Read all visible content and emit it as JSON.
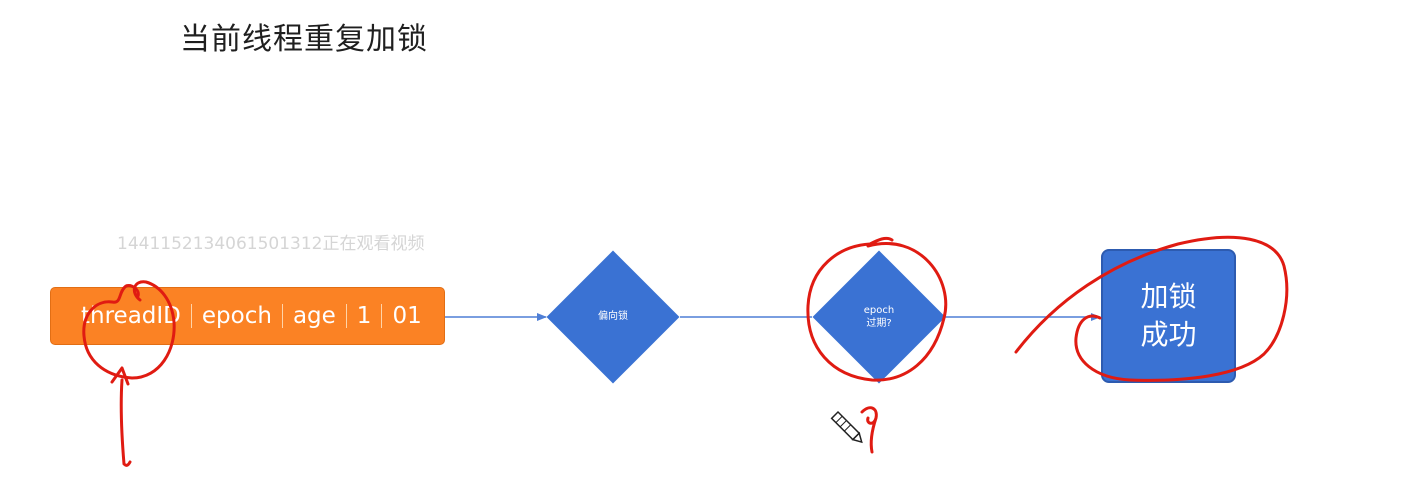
{
  "title": "当前线程重复加锁",
  "watermark": "1441152134061501312正在观看视频",
  "mark_word": {
    "segments": [
      "threadID",
      "epoch",
      "age",
      "1",
      "01"
    ]
  },
  "nodes": {
    "biased_lock": "偏向锁",
    "epoch_expired": {
      "line1": "epoch",
      "line2": "过期?"
    },
    "lock_success": {
      "line1": "加锁",
      "line2": "成功"
    }
  },
  "colors": {
    "mark_word_fill": "#fb8224",
    "node_fill": "#3a72d3",
    "connector": "#4f7fd6",
    "annotation": "#e01b12"
  },
  "icons": {
    "cursor": "pencil-icon"
  }
}
